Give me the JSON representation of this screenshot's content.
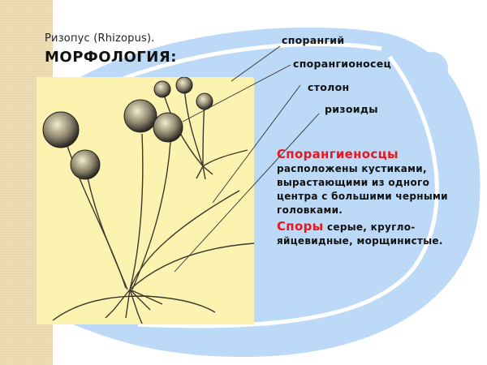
{
  "slide": {
    "title_line1": "Ризопус (Rhizopus).",
    "title_line2": "МОРФОЛОГИЯ:"
  },
  "labels": [
    {
      "text": "спорангий"
    },
    {
      "text": "спорангионосец"
    },
    {
      "text": "столон"
    },
    {
      "text": "ризоиды"
    }
  ],
  "description": {
    "p1_heading": "Спорангиеносцы",
    "p1_text": " расположены кустиками, вырастающими из одного центра с большими черными головками.",
    "p2_heading": "Споры",
    "p2_text": " серые, кругло-яйцевидные, морщинистые."
  },
  "colors": {
    "accent_red": "#e8171e",
    "background_blue": "#bcd9f7",
    "panel_yellow": "#fdf3b0",
    "strip_beige": "#efdfb8"
  }
}
